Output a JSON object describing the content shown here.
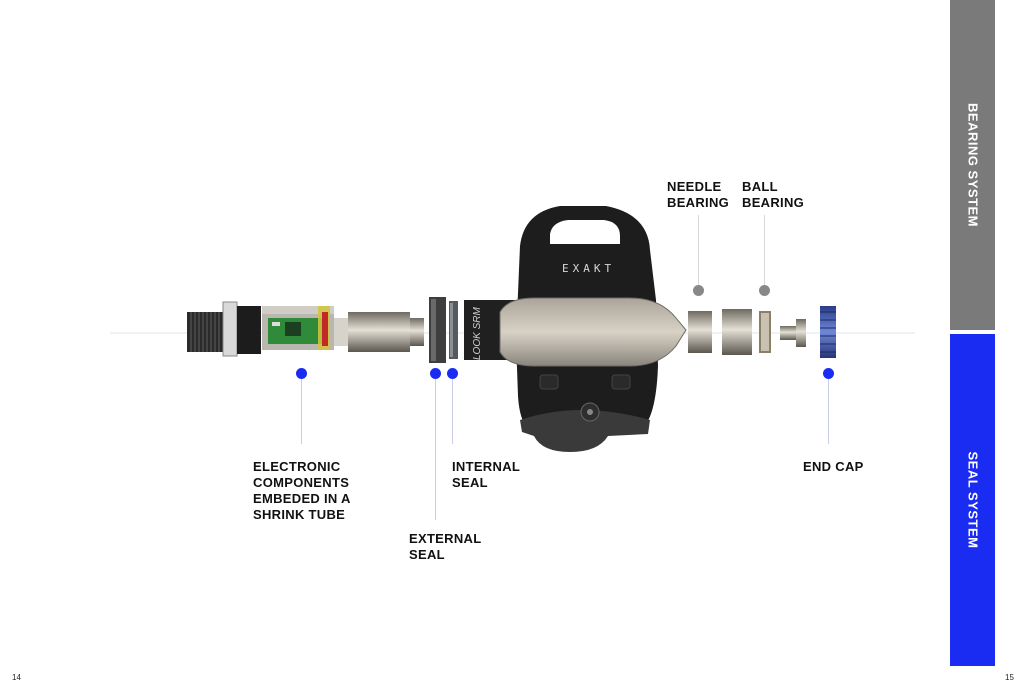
{
  "labels": {
    "needle_bearing": "NEEDLE\nBEARING",
    "ball_bearing": "BALL\nBEARING",
    "electronic": "ELECTRONIC\nCOMPONENTS\nEMBEDED IN A\nSHRINK TUBE",
    "internal_seal": "INTERNAL\nSEAL",
    "external_seal": "EXTERNAL\nSEAL",
    "end_cap": "END CAP"
  },
  "pedal": {
    "top_text": "EXAKT",
    "side_text": "LOOK\nSRM"
  },
  "tabs": {
    "bearing_system": "BEARING SYSTEM",
    "seal_system": "SEAL SYSTEM"
  },
  "pages": {
    "left": "14",
    "right": "15"
  },
  "colors": {
    "bearing_tab": "#7a7a7a",
    "seal_tab": "#1b2cf2",
    "seal_dot": "#1b2cf2",
    "bearing_dot": "#888888"
  }
}
